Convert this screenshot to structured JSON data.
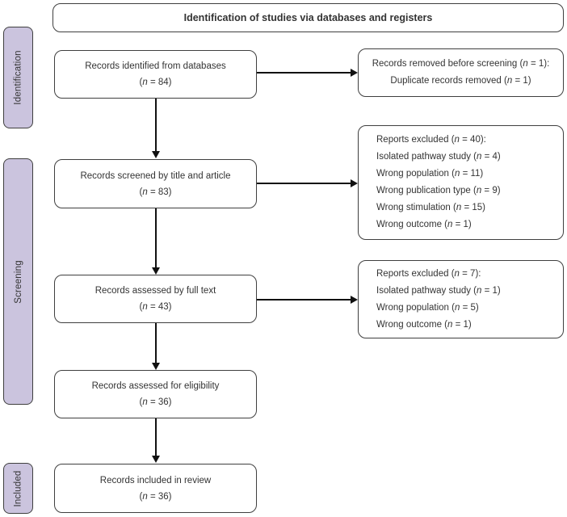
{
  "title": "Identification of studies via databases and registers",
  "colors": {
    "stage_fill": "#cbc4de",
    "box_border": "#3f3f3f",
    "text": "#333333",
    "arrow": "#111111"
  },
  "stages": [
    {
      "label": "Identification"
    },
    {
      "label": "Screening"
    },
    {
      "label": "Included"
    }
  ],
  "flow_boxes": [
    {
      "text": "Records identified from databases",
      "count_pre": "(",
      "count_var": "n",
      "count_post": " = 84)"
    },
    {
      "text": "Records screened by title and article",
      "count_pre": "(",
      "count_var": "n",
      "count_post": " = 83)"
    },
    {
      "text": "Records assessed by full text",
      "count_pre": "(",
      "count_var": "n",
      "count_post": " = 43)"
    },
    {
      "text": "Records assessed for eligibility",
      "count_pre": "(",
      "count_var": "n",
      "count_post": " = 36)"
    },
    {
      "text": "Records included in review",
      "count_pre": "(",
      "count_var": "n",
      "count_post": " = 36)"
    }
  ],
  "side_boxes": [
    {
      "lines": [
        {
          "pre": "Records removed before screening (",
          "var": "n",
          "post": " = 1):"
        },
        {
          "pre": "Duplicate records removed (",
          "var": "n",
          "post": " = 1)"
        }
      ]
    },
    {
      "lines": [
        {
          "pre": "Reports excluded (",
          "var": "n",
          "post": " = 40):"
        },
        {
          "pre": "Isolated pathway study (",
          "var": "n",
          "post": " = 4)"
        },
        {
          "pre": "Wrong population (",
          "var": "n",
          "post": " = 11)"
        },
        {
          "pre": "Wrong publication type (",
          "var": "n",
          "post": " = 9)"
        },
        {
          "pre": "Wrong stimulation (",
          "var": "n",
          "post": " = 15)"
        },
        {
          "pre": "Wrong outcome (",
          "var": "n",
          "post": " = 1)"
        }
      ]
    },
    {
      "lines": [
        {
          "pre": "Reports excluded (",
          "var": "n",
          "post": " = 7):"
        },
        {
          "pre": "Isolated pathway study (",
          "var": "n",
          "post": " = 1)"
        },
        {
          "pre": "Wrong population (",
          "var": "n",
          "post": " = 5)"
        },
        {
          "pre": "Wrong outcome (",
          "var": "n",
          "post": " = 1)"
        }
      ]
    }
  ]
}
